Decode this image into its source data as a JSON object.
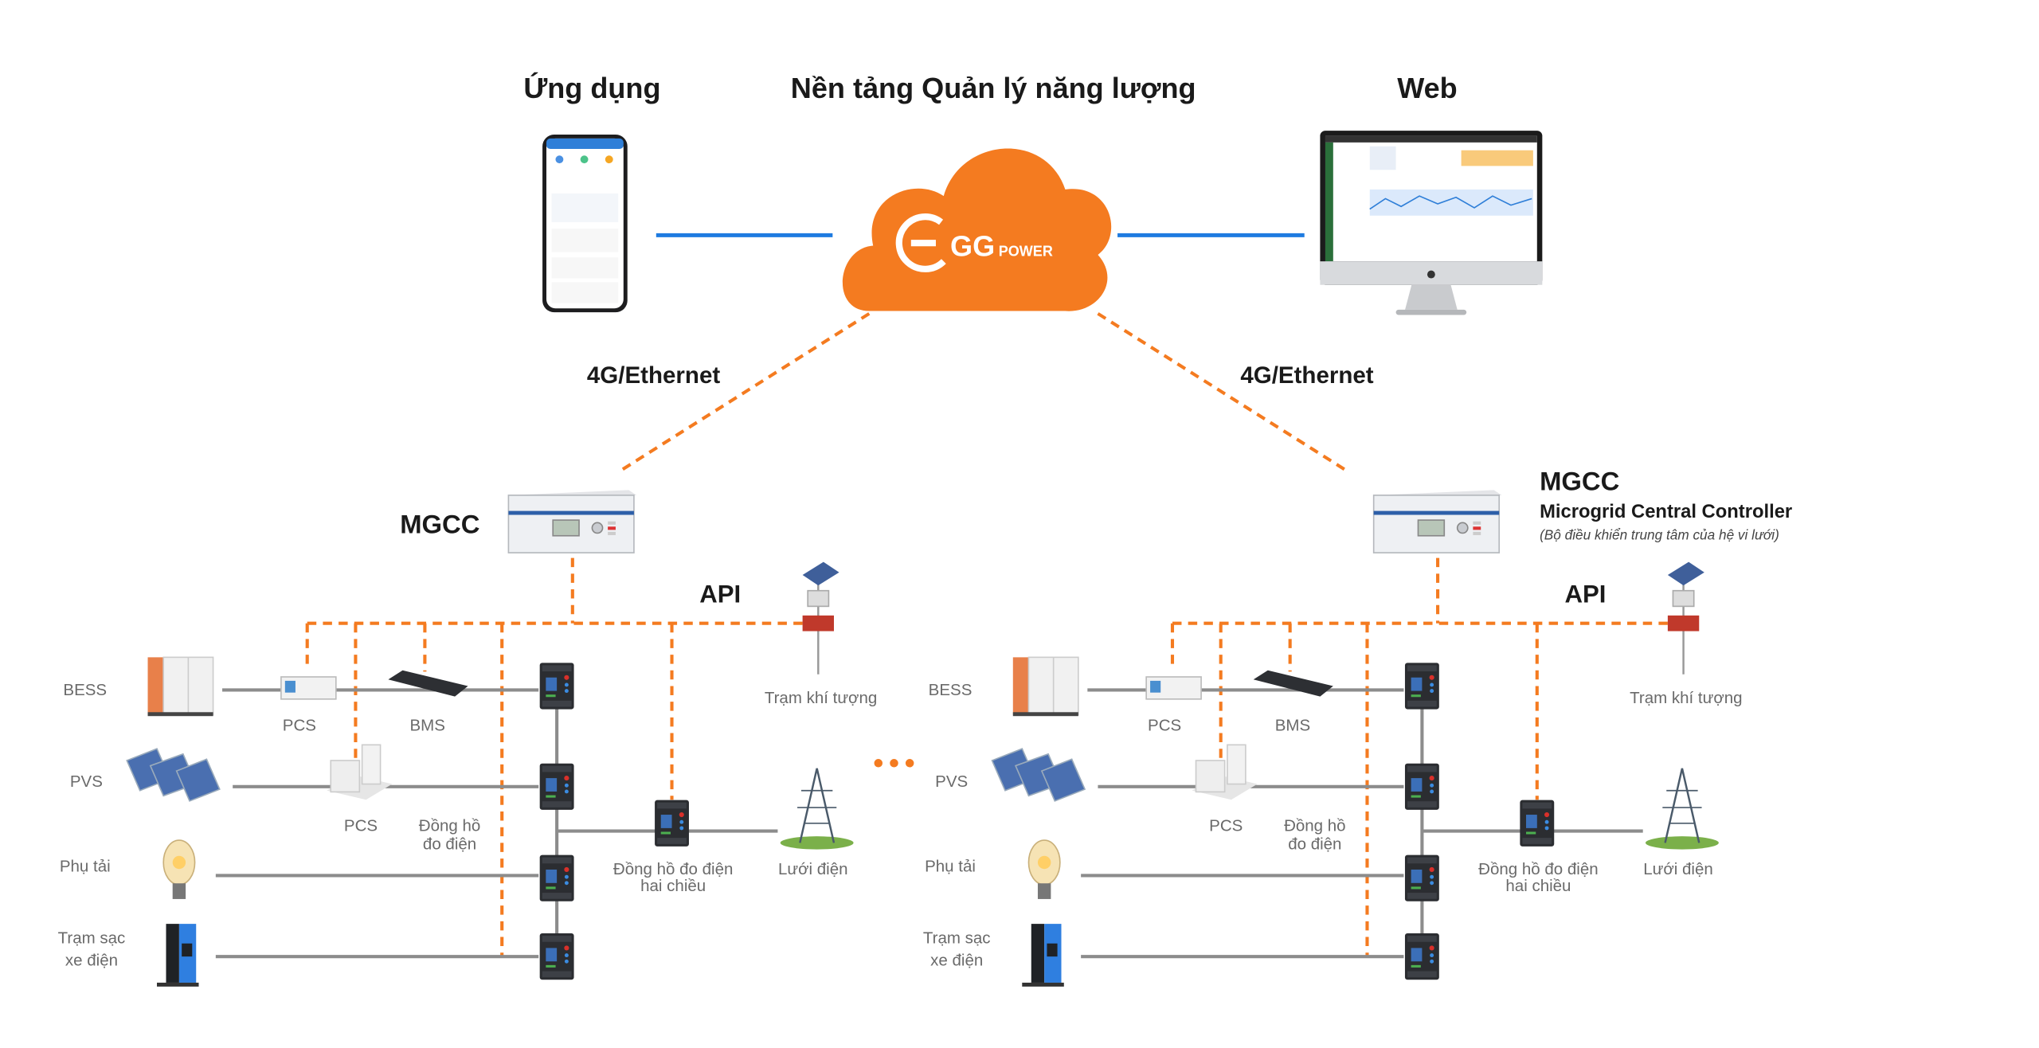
{
  "header": {
    "app_title": "Ứng dụng",
    "platform_title": "Nền tảng Quản lý năng lượng",
    "web_title": "Web"
  },
  "cloud": {
    "brand_main": "GG",
    "brand_sub": "POWER"
  },
  "links": {
    "left_network": "4G/Ethernet",
    "right_network": "4G/Ethernet"
  },
  "mgcc": {
    "left_label": "MGCC",
    "right_label": "MGCC",
    "full_name": "Microgrid Central Controller",
    "description": "(Bộ điều khiển trung tâm của hệ vi lưới)"
  },
  "groups": [
    {
      "api": "API",
      "bess": "BESS",
      "pcs_bess": "PCS",
      "bms": "BMS",
      "pvs": "PVS",
      "pcs_pv": "PCS",
      "meter_line1": "Đồng hồ",
      "meter_line2": "đo điện",
      "load": "Phụ tải",
      "ev_line1": "Trạm sạc",
      "ev_line2": "xe điện",
      "bidir_line1": "Đồng hồ đo điện",
      "bidir_line2": "hai chiều",
      "grid": "Lưới điện",
      "weather": "Trạm khí tượng"
    },
    {
      "api": "API",
      "bess": "BESS",
      "pcs_bess": "PCS",
      "bms": "BMS",
      "pvs": "PVS",
      "pcs_pv": "PCS",
      "meter_line1": "Đồng hồ",
      "meter_line2": "đo điện",
      "load": "Phụ tải",
      "ev_line1": "Trạm sạc",
      "ev_line2": "xe điện",
      "bidir_line1": "Đồng hồ đo điện",
      "bidir_line2": "hai chiều",
      "grid": "Lưới điện",
      "weather": "Trạm khí tượng"
    }
  ],
  "colors": {
    "accent_orange": "#F47B20",
    "link_blue": "#1E7BE0",
    "wire_gray": "#8c8c8c"
  }
}
